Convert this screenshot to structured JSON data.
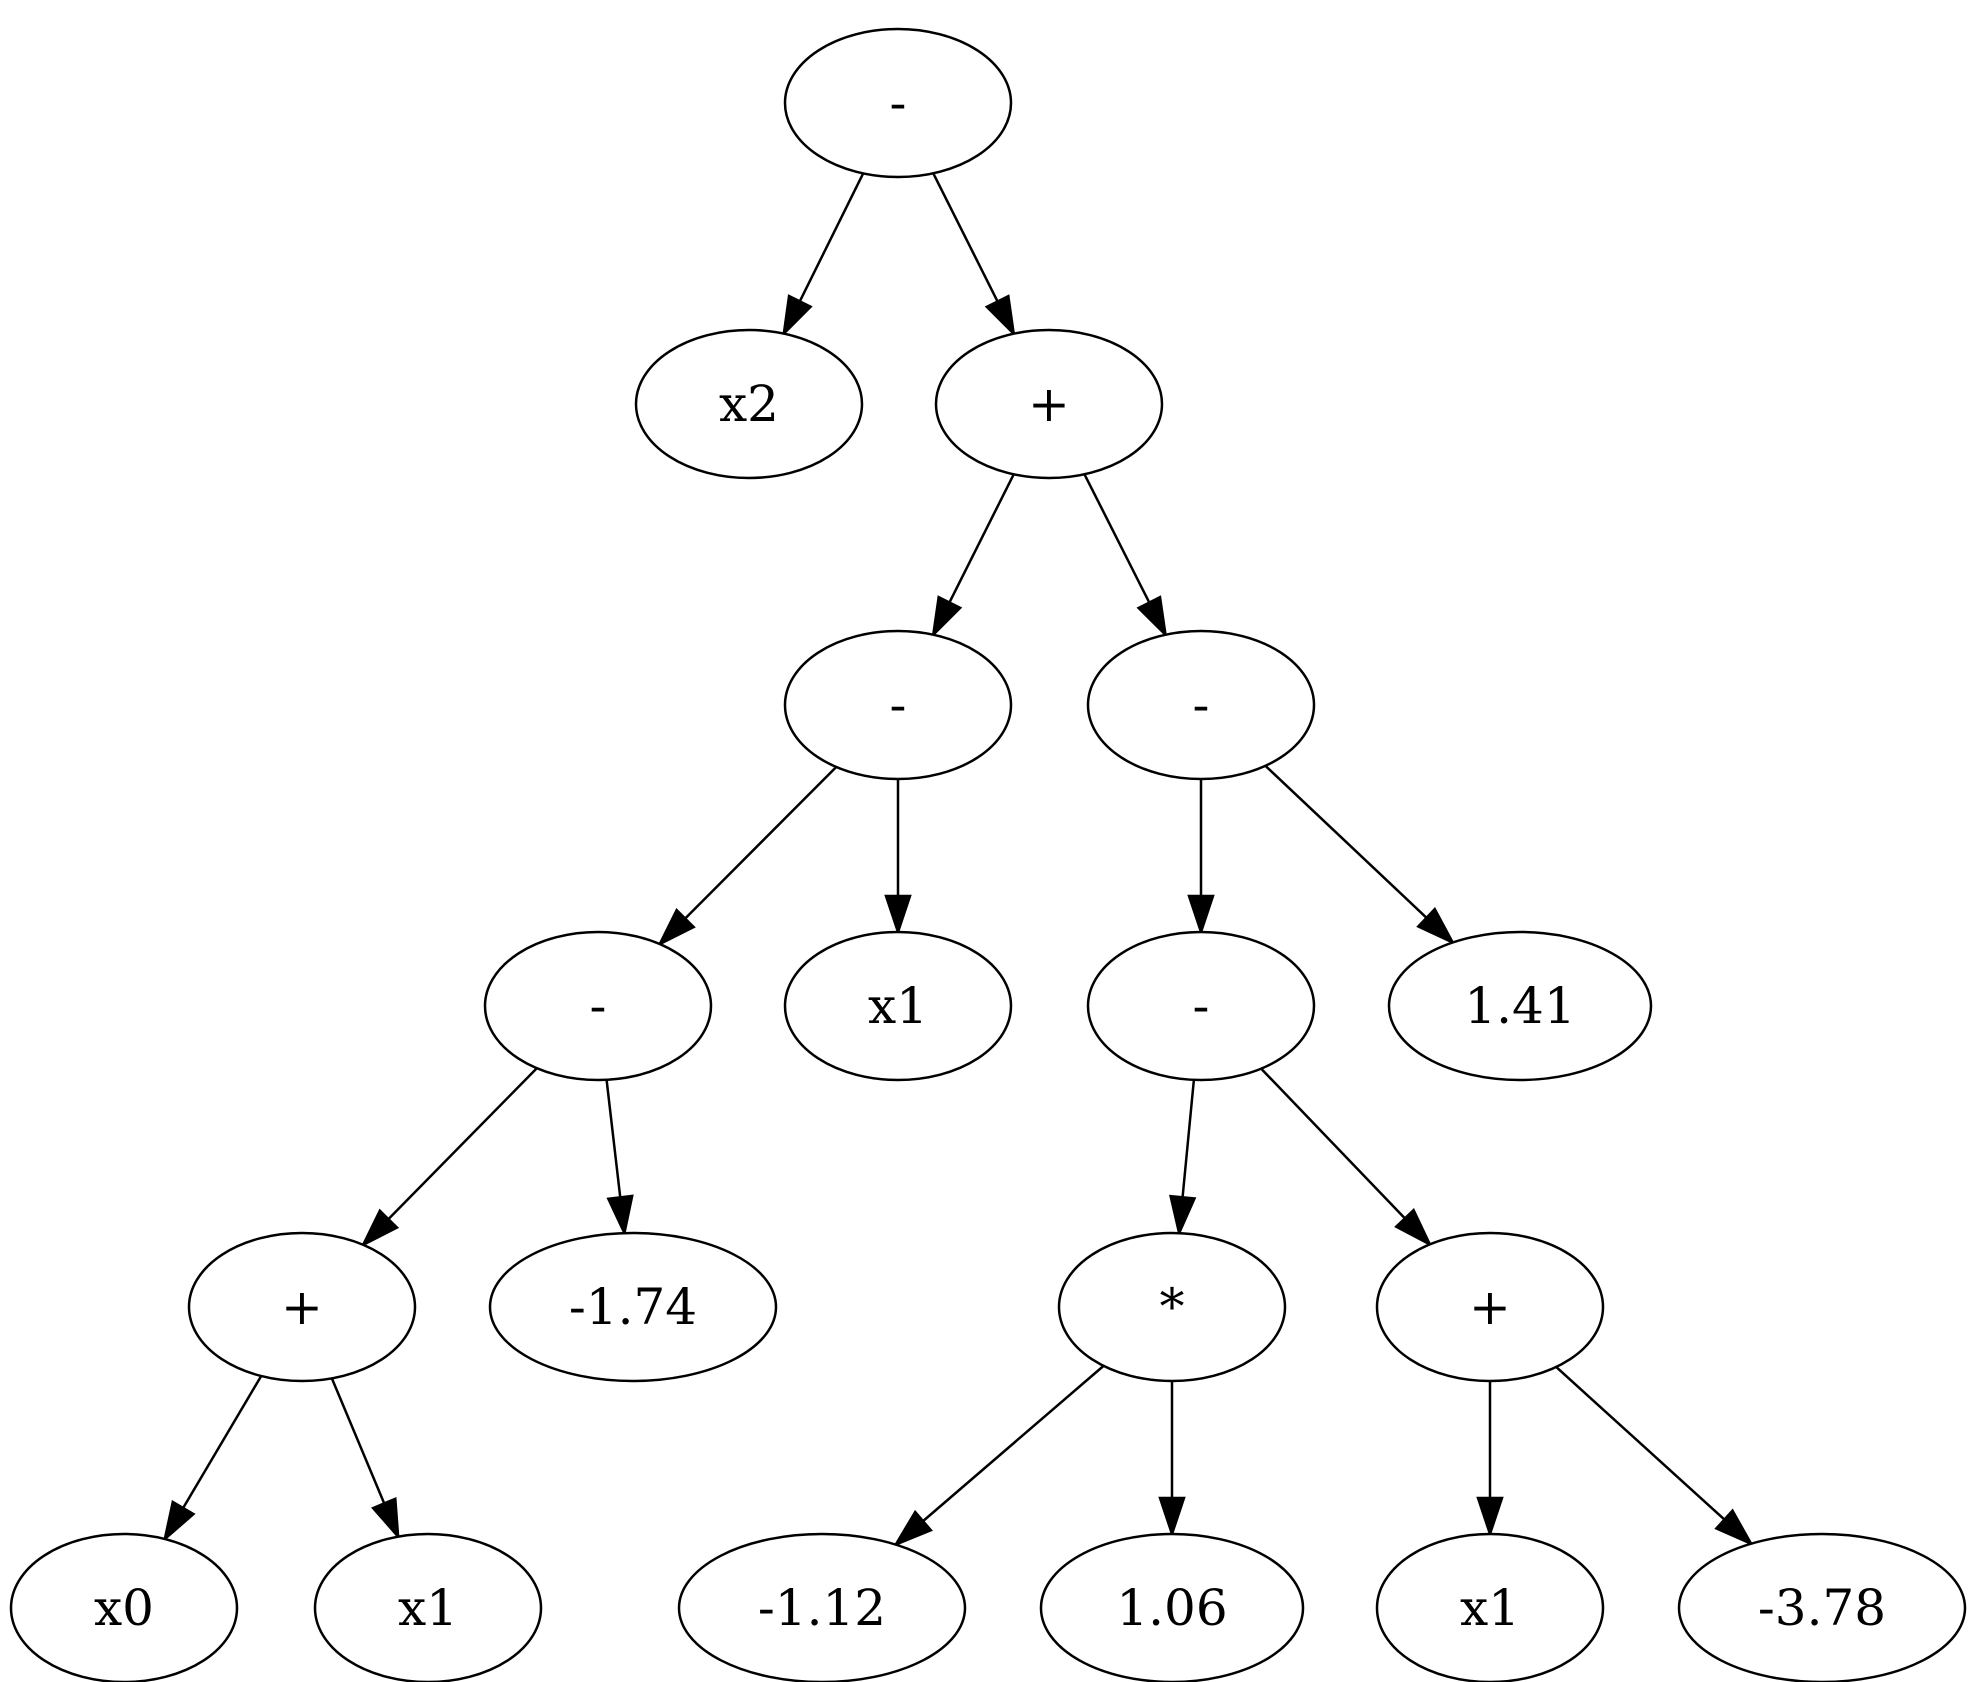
{
  "diagram": {
    "type": "expression-tree",
    "colors": {
      "stroke": "#000000",
      "fill": "#ffffff",
      "text": "#000000"
    },
    "nodes": [
      {
        "id": "n0",
        "label": "-"
      },
      {
        "id": "n1",
        "label": "x2"
      },
      {
        "id": "n2",
        "label": "+"
      },
      {
        "id": "n3",
        "label": "-"
      },
      {
        "id": "n4",
        "label": "-"
      },
      {
        "id": "n5",
        "label": "-"
      },
      {
        "id": "n6",
        "label": "x1"
      },
      {
        "id": "n7",
        "label": "-"
      },
      {
        "id": "n8",
        "label": "1.41"
      },
      {
        "id": "n9",
        "label": "+"
      },
      {
        "id": "n10",
        "label": "-1.74"
      },
      {
        "id": "n11",
        "label": "*"
      },
      {
        "id": "n12",
        "label": "+"
      },
      {
        "id": "n13",
        "label": "x0"
      },
      {
        "id": "n14",
        "label": "x1"
      },
      {
        "id": "n15",
        "label": "-1.12"
      },
      {
        "id": "n16",
        "label": "1.06"
      },
      {
        "id": "n17",
        "label": "x1"
      },
      {
        "id": "n18",
        "label": "-3.78"
      }
    ],
    "edges": [
      {
        "from": "n0",
        "to": "n1"
      },
      {
        "from": "n0",
        "to": "n2"
      },
      {
        "from": "n2",
        "to": "n3"
      },
      {
        "from": "n2",
        "to": "n4"
      },
      {
        "from": "n3",
        "to": "n5"
      },
      {
        "from": "n3",
        "to": "n6"
      },
      {
        "from": "n4",
        "to": "n7"
      },
      {
        "from": "n4",
        "to": "n8"
      },
      {
        "from": "n5",
        "to": "n9"
      },
      {
        "from": "n5",
        "to": "n10"
      },
      {
        "from": "n7",
        "to": "n11"
      },
      {
        "from": "n7",
        "to": "n12"
      },
      {
        "from": "n9",
        "to": "n13"
      },
      {
        "from": "n9",
        "to": "n14"
      },
      {
        "from": "n11",
        "to": "n15"
      },
      {
        "from": "n11",
        "to": "n16"
      },
      {
        "from": "n12",
        "to": "n17"
      },
      {
        "from": "n12",
        "to": "n18"
      }
    ]
  }
}
